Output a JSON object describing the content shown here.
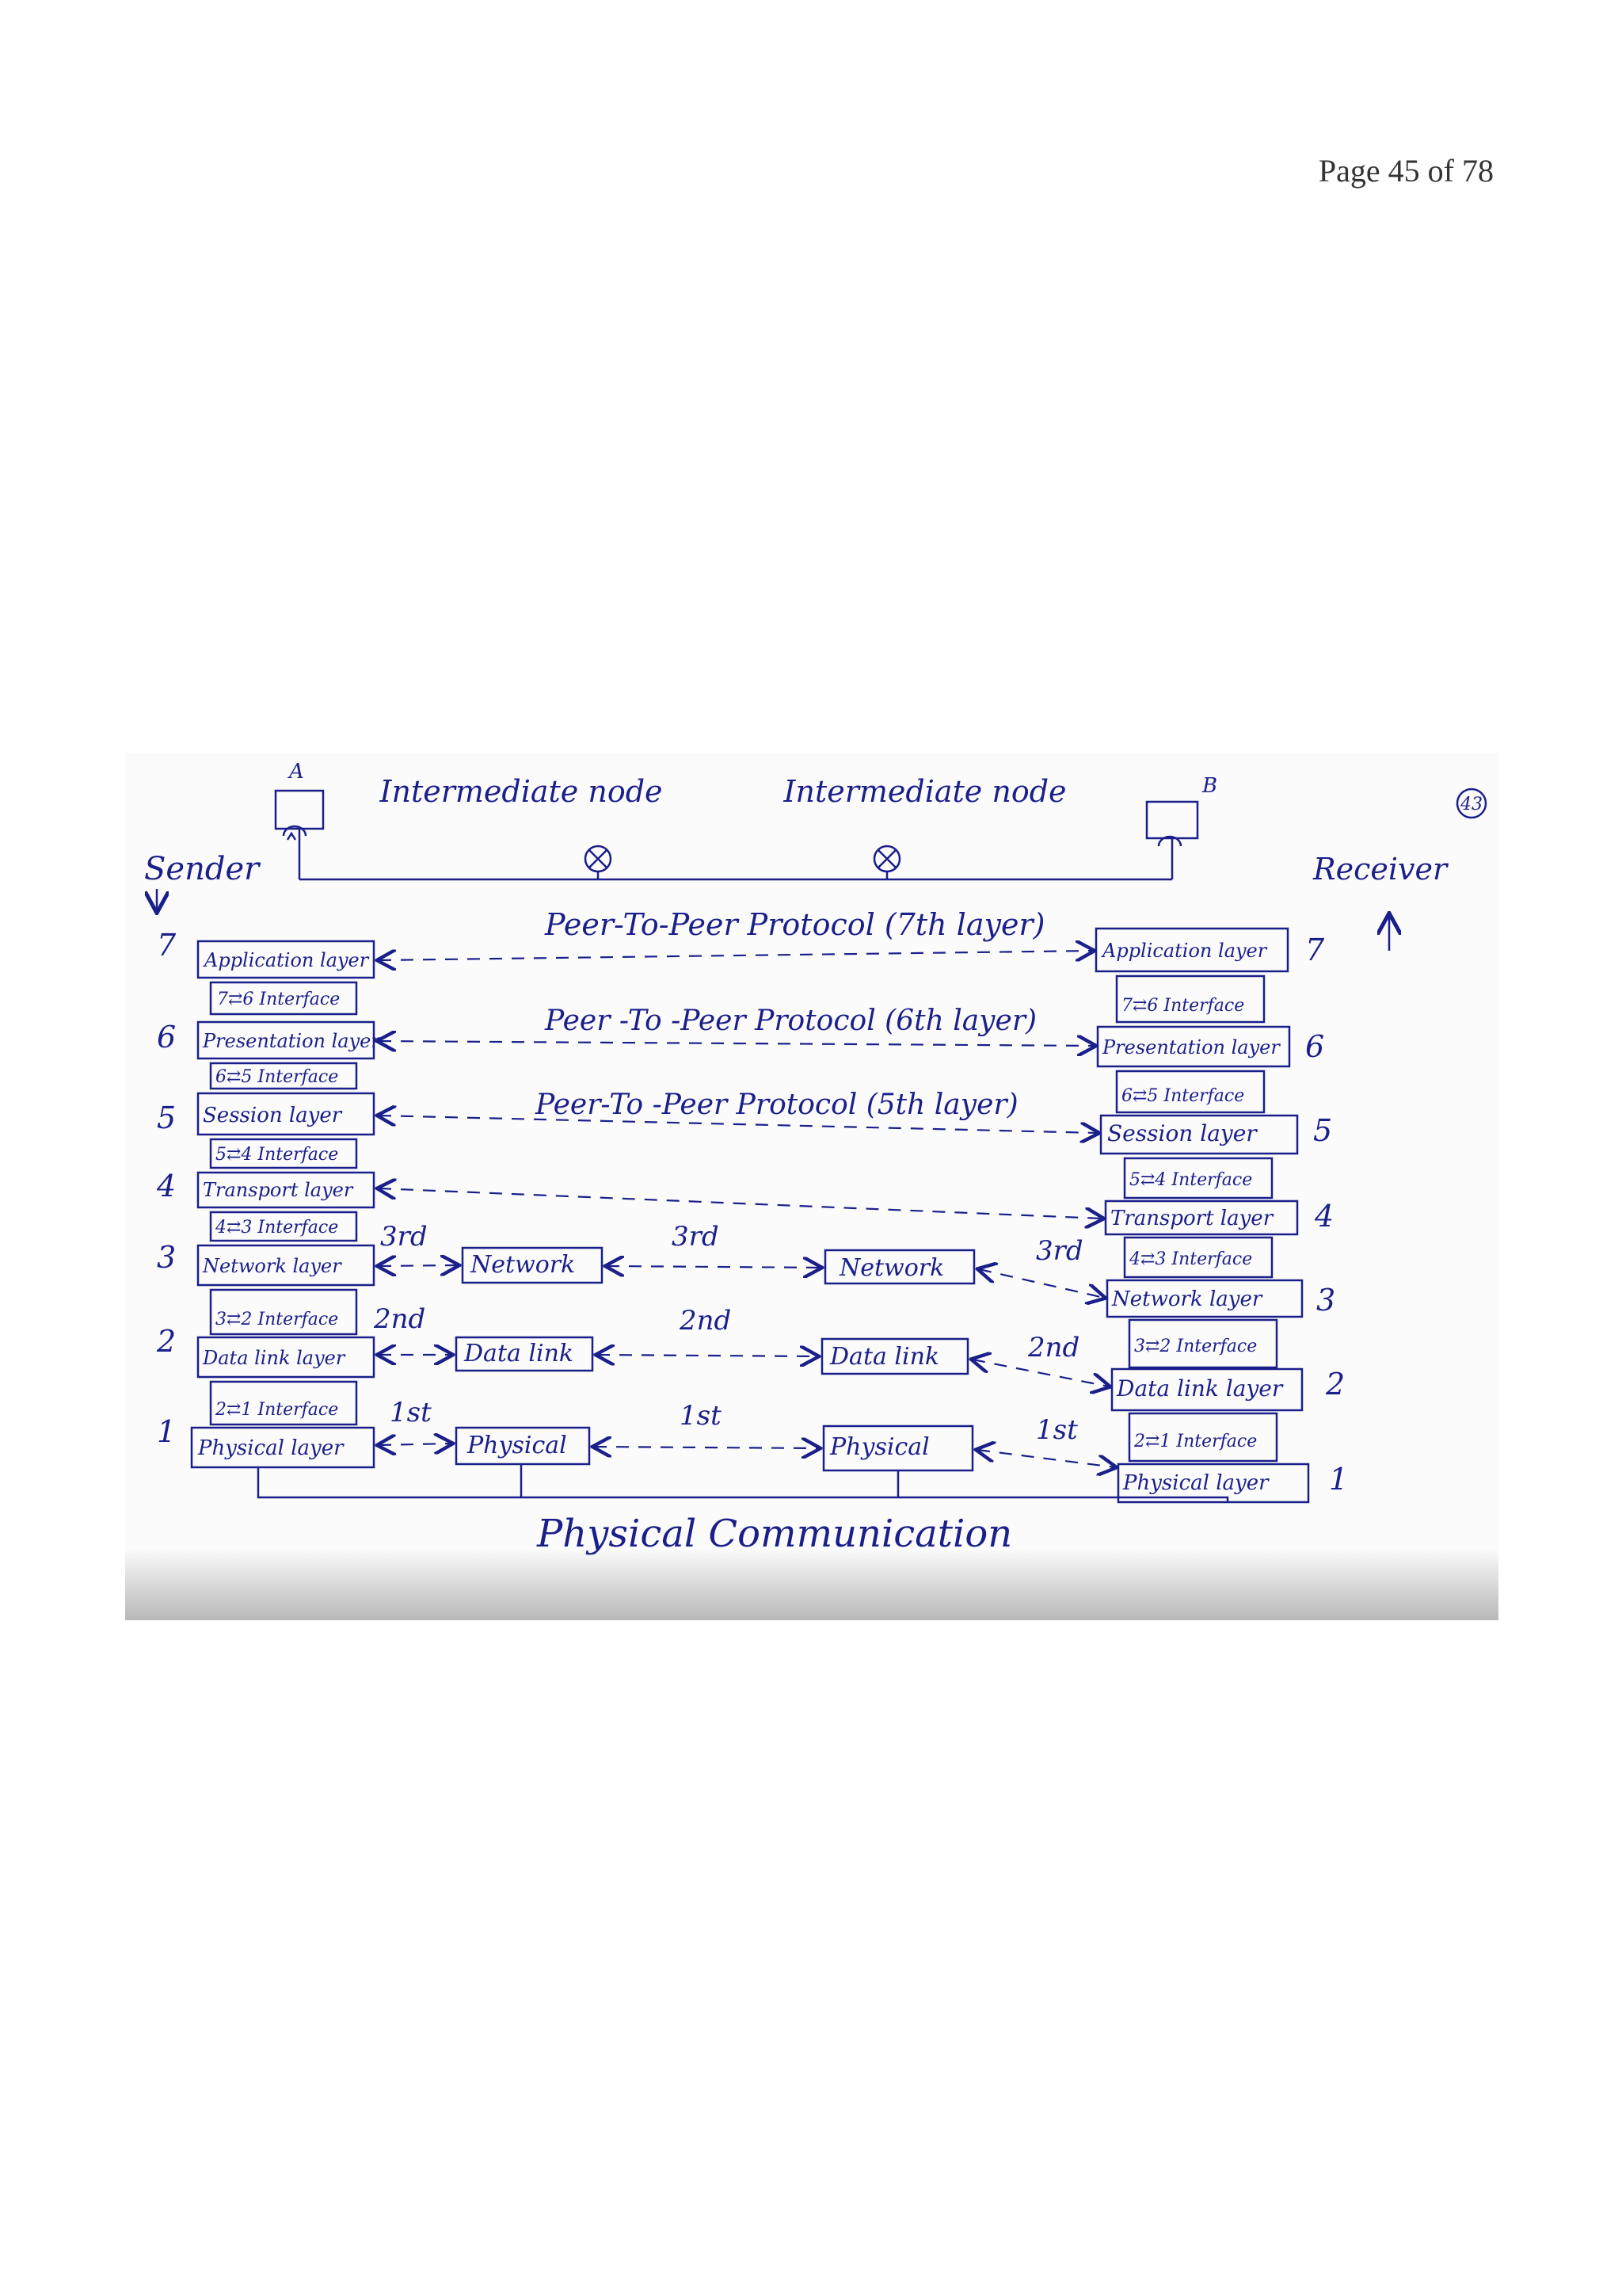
{
  "page": {
    "number_label": "Page 45 of 78"
  },
  "diagram": {
    "host_a": "A",
    "host_b": "B",
    "sender": "Sender",
    "receiver": "Receiver",
    "corner_mark": "43",
    "intermediate_nodes": [
      "Intermediate node",
      "Intermediate node"
    ],
    "peer_protocols": [
      "Peer-To-Peer Protocol (7th layer)",
      "Peer -To -Peer Protocol (6th layer)",
      "Peer-To -Peer Protocol (5th layer)"
    ],
    "left_layers": [
      {
        "num": "7",
        "label": "Application layer"
      },
      {
        "num": "6",
        "label": "Presentation layer"
      },
      {
        "num": "5",
        "label": "Session layer"
      },
      {
        "num": "4",
        "label": "Transport layer"
      },
      {
        "num": "3",
        "label": "Network layer"
      },
      {
        "num": "2",
        "label": "Data link layer"
      },
      {
        "num": "1",
        "label": "Physical layer"
      }
    ],
    "right_layers": [
      {
        "num": "7",
        "label": "Application layer"
      },
      {
        "num": "6",
        "label": "Presentation layer"
      },
      {
        "num": "5",
        "label": "Session layer"
      },
      {
        "num": "4",
        "label": "Transport layer"
      },
      {
        "num": "3",
        "label": "Network layer"
      },
      {
        "num": "2",
        "label": "Data link layer"
      },
      {
        "num": "1",
        "label": "Physical layer"
      }
    ],
    "left_interfaces": [
      "7⇄6 Interface",
      "6⇄5 Interface",
      "5⇄4 Interface",
      "4⇄3 Interface",
      "3⇄2 Interface",
      "2⇄1 Interface"
    ],
    "right_interfaces": [
      "7⇄6 Interface",
      "6⇄5 Interface",
      "5⇄4 Interface",
      "4⇄3 Interface",
      "3⇄2 Interface",
      "2⇄1 Interface"
    ],
    "node1_layers": [
      "Network",
      "Data link",
      "Physical"
    ],
    "node2_layers": [
      "Network",
      "Data link",
      "Physical"
    ],
    "hop_labels": [
      "3rd",
      "2nd",
      "1st"
    ],
    "bottom_label": "Physical Communication"
  }
}
